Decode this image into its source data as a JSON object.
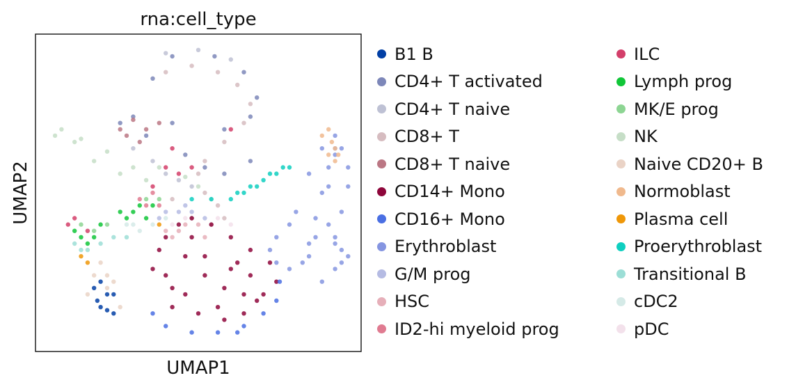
{
  "chart_data": {
    "type": "scatter",
    "title": "rna:cell_type",
    "xlabel": "UMAP1",
    "ylabel": "UMAP2",
    "xlim": [
      0,
      100
    ],
    "ylim": [
      0,
      100
    ],
    "grid": false,
    "ticks": false,
    "legend_placement": "right, outside plot, two columns",
    "categories": [
      {
        "name": "B1 B",
        "color": "#023fa5"
      },
      {
        "name": "CD4+ T activated",
        "color": "#7d87b9"
      },
      {
        "name": "CD4+ T naive",
        "color": "#bec1d4"
      },
      {
        "name": "CD8+ T",
        "color": "#d6bcc0"
      },
      {
        "name": "CD8+ T naive",
        "color": "#bb7784"
      },
      {
        "name": "CD14+ Mono",
        "color": "#8e063b"
      },
      {
        "name": "CD16+ Mono",
        "color": "#4a6fe3"
      },
      {
        "name": "Erythroblast",
        "color": "#8595e1"
      },
      {
        "name": "G/M prog",
        "color": "#b5bbe3"
      },
      {
        "name": "HSC",
        "color": "#e6afb9"
      },
      {
        "name": "ID2-hi myeloid prog",
        "color": "#e07b91"
      },
      {
        "name": "ILC",
        "color": "#d33f6a"
      },
      {
        "name": "Lymph prog",
        "color": "#11c638"
      },
      {
        "name": "MK/E prog",
        "color": "#8dd593"
      },
      {
        "name": "NK",
        "color": "#c6dec7"
      },
      {
        "name": "Naive CD20+ B",
        "color": "#ead3c6"
      },
      {
        "name": "Normoblast",
        "color": "#f0b98d"
      },
      {
        "name": "Plasma cell",
        "color": "#ef9708"
      },
      {
        "name": "Proerythroblast",
        "color": "#0fcfc0"
      },
      {
        "name": "Transitional B",
        "color": "#9cded6"
      },
      {
        "name": "cDC2",
        "color": "#d5eae7"
      },
      {
        "name": "pDC",
        "color": "#f3e1eb"
      }
    ],
    "clusters": [
      {
        "category": "CD8+ T",
        "points": [
          [
            40,
            88
          ],
          [
            48,
            90
          ],
          [
            56,
            88
          ],
          [
            62,
            84
          ],
          [
            66,
            78
          ],
          [
            64,
            72
          ],
          [
            58,
            66
          ],
          [
            52,
            60
          ],
          [
            50,
            56
          ],
          [
            52,
            50
          ],
          [
            56,
            46
          ],
          [
            58,
            42
          ],
          [
            54,
            40
          ],
          [
            48,
            42
          ],
          [
            42,
            48
          ]
        ]
      },
      {
        "category": "CD4+ T activated",
        "points": [
          [
            36,
            86
          ],
          [
            42,
            93
          ],
          [
            55,
            93
          ],
          [
            64,
            88
          ],
          [
            68,
            80
          ],
          [
            66,
            74
          ],
          [
            58,
            70
          ],
          [
            42,
            72
          ],
          [
            30,
            74
          ],
          [
            26,
            72
          ],
          [
            34,
            68
          ],
          [
            46,
            62
          ],
          [
            52,
            58
          ],
          [
            58,
            56
          ],
          [
            66,
            60
          ]
        ]
      },
      {
        "category": "CD4+ T naive",
        "points": [
          [
            40,
            94
          ],
          [
            50,
            95
          ],
          [
            60,
            92
          ],
          [
            30,
            64
          ],
          [
            36,
            60
          ],
          [
            40,
            56
          ],
          [
            44,
            54
          ],
          [
            48,
            52
          ]
        ]
      },
      {
        "category": "CD8+ T naive",
        "points": [
          [
            30,
            73
          ],
          [
            34,
            70
          ],
          [
            38,
            72
          ],
          [
            26,
            70
          ],
          [
            28,
            68
          ],
          [
            32,
            66
          ]
        ]
      },
      {
        "category": "NK",
        "points": [
          [
            8,
            70
          ],
          [
            14,
            67
          ],
          [
            22,
            63
          ],
          [
            30,
            58
          ],
          [
            38,
            58
          ],
          [
            46,
            55
          ],
          [
            50,
            52
          ],
          [
            54,
            48
          ],
          [
            6,
            68
          ],
          [
            12,
            66
          ],
          [
            18,
            60
          ],
          [
            26,
            56
          ],
          [
            34,
            54
          ]
        ]
      },
      {
        "category": "CD14+ Mono",
        "points": [
          [
            40,
            36
          ],
          [
            46,
            30
          ],
          [
            52,
            24
          ],
          [
            58,
            20
          ],
          [
            64,
            18
          ],
          [
            70,
            18
          ],
          [
            74,
            22
          ],
          [
            72,
            28
          ],
          [
            66,
            32
          ],
          [
            60,
            36
          ],
          [
            54,
            40
          ],
          [
            48,
            42
          ],
          [
            44,
            40
          ],
          [
            52,
            30
          ],
          [
            60,
            26
          ],
          [
            66,
            24
          ],
          [
            40,
            24
          ],
          [
            42,
            14
          ],
          [
            50,
            12
          ],
          [
            58,
            10
          ],
          [
            64,
            12
          ],
          [
            68,
            16
          ],
          [
            46,
            18
          ],
          [
            56,
            14
          ],
          [
            62,
            28
          ],
          [
            38,
            32
          ],
          [
            36,
            26
          ],
          [
            42,
            20
          ],
          [
            48,
            36
          ]
        ]
      },
      {
        "category": "CD16+ Mono",
        "points": [
          [
            40,
            8
          ],
          [
            48,
            6
          ],
          [
            56,
            6
          ],
          [
            64,
            8
          ],
          [
            70,
            12
          ],
          [
            74,
            16
          ],
          [
            75,
            22
          ],
          [
            36,
            12
          ],
          [
            62,
            6
          ]
        ]
      },
      {
        "category": "Erythroblast",
        "points": [
          [
            80,
            44
          ],
          [
            78,
            40
          ],
          [
            74,
            36
          ],
          [
            72,
            32
          ],
          [
            74,
            28
          ],
          [
            78,
            26
          ],
          [
            82,
            28
          ],
          [
            84,
            34
          ],
          [
            86,
            42
          ],
          [
            88,
            50
          ],
          [
            90,
            58
          ],
          [
            92,
            64
          ],
          [
            92,
            62
          ],
          [
            90,
            52
          ],
          [
            90,
            40
          ],
          [
            92,
            34
          ],
          [
            94,
            32
          ],
          [
            96,
            30
          ],
          [
            94,
            28
          ],
          [
            92,
            26
          ],
          [
            88,
            22
          ],
          [
            84,
            30
          ],
          [
            86,
            36
          ],
          [
            92,
            36
          ],
          [
            94,
            44
          ],
          [
            96,
            52
          ],
          [
            96,
            58
          ],
          [
            94,
            64
          ],
          [
            92,
            68
          ],
          [
            88,
            64
          ],
          [
            84,
            56
          ]
        ]
      },
      {
        "category": "Proerythroblast",
        "points": [
          [
            48,
            48
          ],
          [
            54,
            48
          ],
          [
            60,
            48
          ],
          [
            64,
            50
          ],
          [
            68,
            52
          ],
          [
            70,
            54
          ],
          [
            72,
            56
          ],
          [
            74,
            56
          ],
          [
            76,
            58
          ],
          [
            78,
            58
          ],
          [
            66,
            52
          ],
          [
            62,
            50
          ]
        ]
      },
      {
        "category": "Normoblast",
        "points": [
          [
            88,
            68
          ],
          [
            90,
            70
          ],
          [
            91,
            66
          ],
          [
            92,
            64
          ],
          [
            93,
            62
          ],
          [
            92,
            60
          ],
          [
            90,
            62
          ]
        ]
      },
      {
        "category": "Lymph prog",
        "points": [
          [
            12,
            38
          ],
          [
            14,
            36
          ],
          [
            16,
            34
          ],
          [
            18,
            36
          ],
          [
            26,
            44
          ],
          [
            30,
            44
          ],
          [
            34,
            42
          ],
          [
            36,
            46
          ],
          [
            32,
            46
          ],
          [
            28,
            42
          ],
          [
            20,
            40
          ]
        ]
      },
      {
        "category": "MK/E prog",
        "points": [
          [
            14,
            40
          ],
          [
            18,
            38
          ],
          [
            22,
            40
          ],
          [
            34,
            48
          ],
          [
            38,
            48
          ]
        ]
      },
      {
        "category": "Transitional B",
        "points": [
          [
            12,
            34
          ],
          [
            14,
            32
          ],
          [
            16,
            32
          ],
          [
            20,
            34
          ],
          [
            24,
            36
          ],
          [
            28,
            36
          ]
        ]
      },
      {
        "category": "B1 B",
        "points": [
          [
            18,
            20
          ],
          [
            19,
            16
          ],
          [
            20,
            14
          ],
          [
            22,
            13
          ],
          [
            24,
            12
          ],
          [
            22,
            18
          ],
          [
            20,
            22
          ],
          [
            24,
            18
          ]
        ]
      },
      {
        "category": "Naive CD20+ B",
        "points": [
          [
            18,
            24
          ],
          [
            20,
            28
          ],
          [
            22,
            20
          ],
          [
            26,
            14
          ],
          [
            24,
            22
          ],
          [
            16,
            18
          ],
          [
            22,
            24
          ]
        ]
      },
      {
        "category": "HSC",
        "points": [
          [
            40,
            38
          ],
          [
            42,
            36
          ],
          [
            44,
            38
          ],
          [
            46,
            40
          ],
          [
            50,
            40
          ],
          [
            52,
            36
          ]
        ]
      },
      {
        "category": "G/M prog",
        "points": [
          [
            38,
            42
          ],
          [
            40,
            44
          ],
          [
            44,
            44
          ],
          [
            46,
            46
          ],
          [
            48,
            44
          ],
          [
            52,
            42
          ]
        ]
      },
      {
        "category": "ID2-hi myeloid prog",
        "points": [
          [
            32,
            48
          ],
          [
            34,
            46
          ],
          [
            36,
            50
          ],
          [
            38,
            46
          ]
        ]
      },
      {
        "category": "ILC",
        "points": [
          [
            10,
            40
          ],
          [
            12,
            42
          ],
          [
            16,
            38
          ],
          [
            36,
            52
          ],
          [
            40,
            58
          ],
          [
            44,
            56
          ],
          [
            48,
            58
          ],
          [
            60,
            70
          ],
          [
            42,
            64
          ]
        ]
      },
      {
        "category": "cDC2",
        "points": [
          [
            30,
            40
          ],
          [
            32,
            38
          ],
          [
            36,
            40
          ],
          [
            40,
            42
          ],
          [
            28,
            40
          ]
        ]
      },
      {
        "category": "pDC",
        "points": [
          [
            42,
            40
          ],
          [
            46,
            42
          ],
          [
            56,
            42
          ],
          [
            60,
            40
          ]
        ]
      },
      {
        "category": "Plasma cell",
        "points": [
          [
            14,
            30
          ],
          [
            16,
            28
          ],
          [
            38,
            40
          ]
        ]
      }
    ]
  }
}
